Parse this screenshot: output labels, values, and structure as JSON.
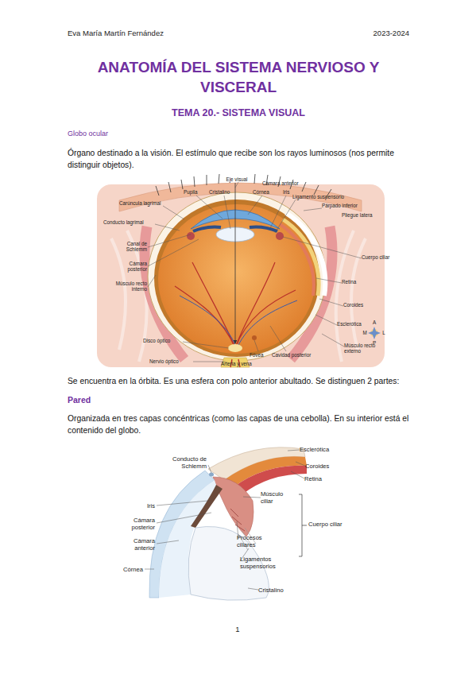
{
  "diagram": {
    "title": "ANATOMÍA DEL SISTEMA NERVIOSO Y VISCERAL",
    "labels": [
      "Eva María Martín Fernández",
      "2023-2024",
      "TEMA 20.- SISTEMA VISUAL",
      "Globo ocular",
      "Órgano destinado a la visión. El estímulo que recibe son los rayos luminosos (nos permite distinguir objetos).",
      "Eje visual",
      "Cámara anterior",
      "Pupila",
      "Cristalino",
      "Córnea",
      "Iris",
      "Ligamento suspensorio",
      "Carúncula lagrimal",
      "Párpado inferior",
      "Conducto lagrimal",
      "Pliegue latera",
      "Canal de Schlemm",
      "Cámara posterior",
      "Músculo recto interno",
      "Cuerpo ciliar",
      "Retina",
      "Coroides",
      "Esclerótica",
      "A",
      "M",
      "L",
      "P",
      "Disco óptico",
      "Nervio óptico",
      "Arteria y vena",
      "Fóvea",
      "Cavidad posterior",
      "Músculo recto externo",
      "Se encuentra en la órbita. Es una esfera con polo anterior abultado. Se distinguen 2 partes:",
      "Pared",
      "Organizada en tres capas concéntricas (como las capas de una cebolla). En su interior está el contenido del globo.",
      "Esclerótica",
      "Coroides",
      "Retina",
      "Conducto de Schlemm",
      "Músculo ciliar",
      "Iris",
      "Cámara posterior",
      "Procesos ciliares",
      "Cuerpo ciliar",
      "Cámara anterior",
      "Ligamentos suspensorios",
      "Córnea",
      "Cristalino",
      "1"
    ]
  }
}
